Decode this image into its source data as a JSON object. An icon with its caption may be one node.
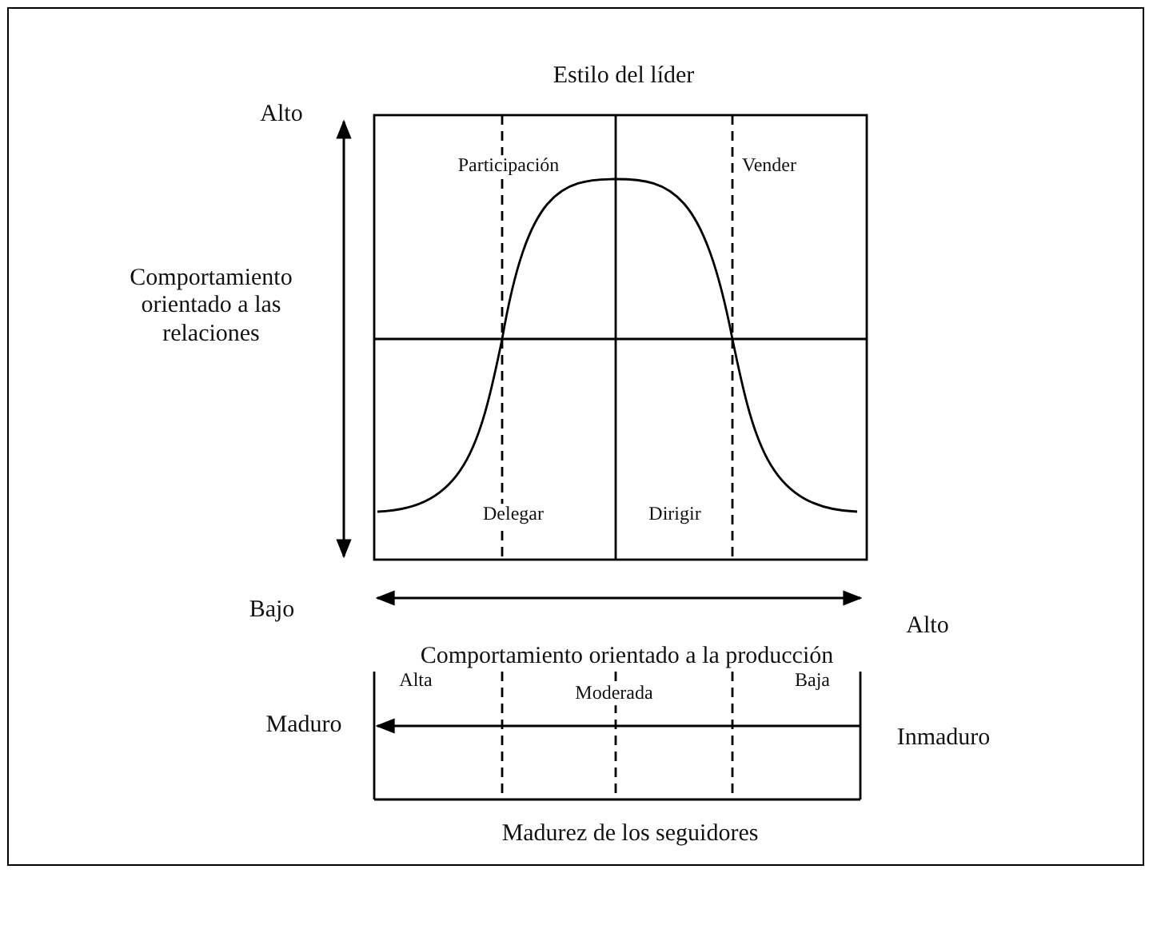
{
  "diagram": {
    "title": "Estilo del líder",
    "labels": [
      "Alto",
      "Comportamiento orientado a las relaciones",
      "Participación",
      "Vender",
      "Delegar",
      "Dirigir",
      "Bajo",
      "Alto",
      "Comportamiento orientado a la producción",
      "Alta",
      "Moderada",
      "Baja",
      "Maduro",
      "Inmaduro",
      "Madurez de los seguidores"
    ]
  }
}
